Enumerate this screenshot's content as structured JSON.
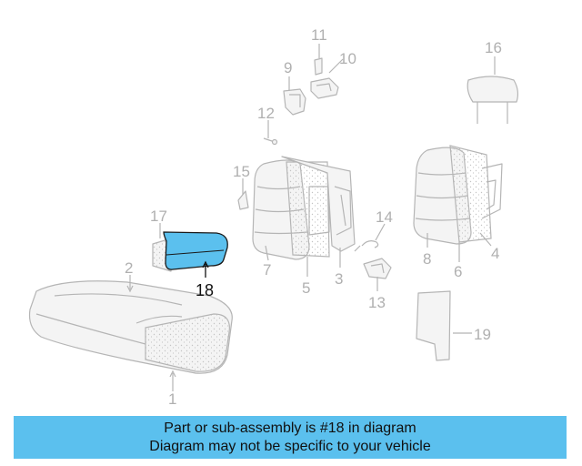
{
  "diagram": {
    "highlighted_part": "18",
    "highlight_color": "#5bc0ee",
    "callouts": {
      "c1": "1",
      "c2": "2",
      "c3": "3",
      "c4": "4",
      "c5": "5",
      "c6": "6",
      "c7": "7",
      "c8": "8",
      "c9": "9",
      "c10": "10",
      "c11": "11",
      "c12": "12",
      "c13": "13",
      "c14": "14",
      "c15": "15",
      "c16": "16",
      "c17": "17",
      "c18": "18",
      "c19": "19"
    }
  },
  "banner": {
    "line1": "Part or sub-assembly is #18 in diagram",
    "line2": "Diagram may not be specific to your vehicle",
    "color": "#5bc0ee"
  }
}
